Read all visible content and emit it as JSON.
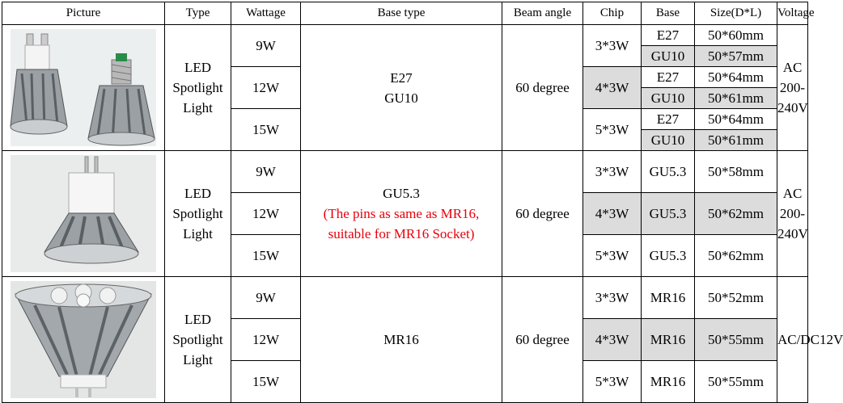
{
  "headers": [
    "Picture",
    "Type",
    "Wattage",
    "Base type",
    "Beam angle",
    "Chip",
    "Base",
    "Size(D*L)",
    "Voltage"
  ],
  "groups": [
    {
      "image": "gu10-and-e27-led-bulbs-photo",
      "type": "LED Spotlight Light",
      "base_type_lines": [
        "E27",
        "GU10"
      ],
      "beam_angle": "60 degree",
      "voltage": "AC 200-240V",
      "wattages": [
        "9W",
        "12W",
        "15W"
      ],
      "chips": [
        "3*3W",
        "4*3W",
        "5*3W"
      ],
      "variants": [
        [
          {
            "base": "E27",
            "size": "50*60mm"
          },
          {
            "base": "GU10",
            "size": "50*57mm"
          }
        ],
        [
          {
            "base": "E27",
            "size": "50*64mm"
          },
          {
            "base": "GU10",
            "size": "50*61mm"
          }
        ],
        [
          {
            "base": "E27",
            "size": "50*64mm"
          },
          {
            "base": "GU10",
            "size": "50*61mm"
          }
        ]
      ]
    },
    {
      "image": "gu53-led-bulb-photo",
      "type": "LED Spotlight Light",
      "base_type_main": "GU5.3",
      "base_type_note": "(The pins as same as MR16, suitable for MR16 Socket)",
      "beam_angle": "60 degree",
      "voltage": "AC 200-240V",
      "rows": [
        {
          "wattage": "9W",
          "chip": "3*3W",
          "base": "GU5.3",
          "size": "50*58mm"
        },
        {
          "wattage": "12W",
          "chip": "4*3W",
          "base": "GU5.3",
          "size": "50*62mm"
        },
        {
          "wattage": "15W",
          "chip": "5*3W",
          "base": "GU5.3",
          "size": "50*62mm"
        }
      ]
    },
    {
      "image": "mr16-led-bulb-photo",
      "type": "LED Spotlight Light",
      "base_type_main": "MR16",
      "beam_angle": "60 degree",
      "voltage": "AC/DC12V",
      "rows": [
        {
          "wattage": "9W",
          "chip": "3*3W",
          "base": "MR16",
          "size": "50*52mm"
        },
        {
          "wattage": "12W",
          "chip": "4*3W",
          "base": "MR16",
          "size": "50*55mm"
        },
        {
          "wattage": "15W",
          "chip": "5*3W",
          "base": "MR16",
          "size": "50*55mm"
        }
      ]
    }
  ],
  "colors": {
    "note_red": "#e8000b",
    "highlight_grey": "#dcdcdc",
    "border": "#000000"
  }
}
